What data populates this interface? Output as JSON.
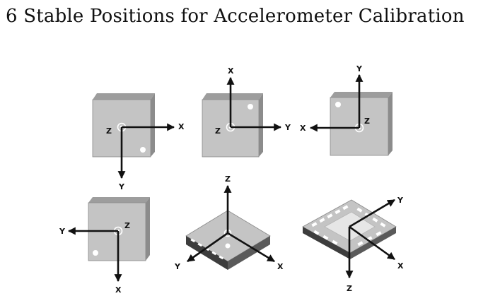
{
  "title": "6 Stable Positions for Accelerometer Calibration",
  "colors": {
    "face": "#c4c4c4",
    "side": "#8c8c8c",
    "top": "#9d9d9d",
    "outline": "#6f6f6f",
    "arrow": "#111111",
    "background": "#ffffff"
  },
  "positions": [
    {
      "axes": {
        "x": "X",
        "y": "Y",
        "z": "Z"
      }
    },
    {
      "axes": {
        "x": "X",
        "y": "Y",
        "z": "Z"
      }
    },
    {
      "axes": {
        "x": "X",
        "y": "Y",
        "z": "Z"
      }
    },
    {
      "axes": {
        "x": "X",
        "y": "Y",
        "z": "Z"
      }
    },
    {
      "axes": {
        "x": "X",
        "y": "Y",
        "z": "Z"
      }
    },
    {
      "axes": {
        "x": "X",
        "y": "Y",
        "z": "Z"
      }
    }
  ]
}
